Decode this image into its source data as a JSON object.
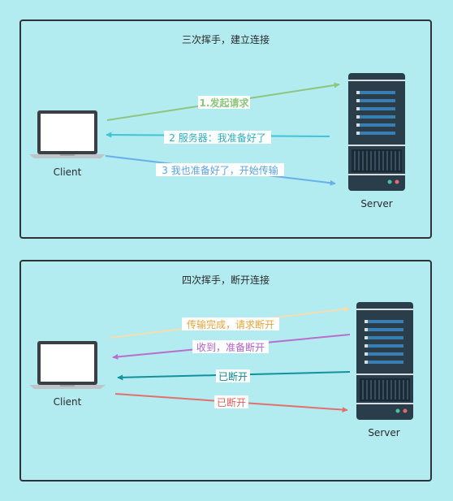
{
  "handshake": {
    "title": "三次挥手，建立连接",
    "client_label": "Client",
    "server_label": "Server",
    "arrows": [
      {
        "label": "1.发起请求",
        "color": "#8dc67d",
        "direction": "client-to-server"
      },
      {
        "label": "2 服务器：我准备好了",
        "color": "#3fc5d6",
        "direction": "server-to-client"
      },
      {
        "label": "3 我也准备好了，开始传输",
        "color": "#66b1ea",
        "direction": "client-to-server"
      }
    ]
  },
  "teardown": {
    "title": "四次挥手，断开连接",
    "client_label": "Client",
    "server_label": "Server",
    "arrows": [
      {
        "label": "传输完成，请求断开",
        "color": "#f5ddb0",
        "text_color": "#e3a43a",
        "direction": "client-to-server"
      },
      {
        "label": "收到，准备断开",
        "color": "#b86fcc",
        "direction": "server-to-client"
      },
      {
        "label": "已断开",
        "color": "#12929c",
        "direction": "server-to-client"
      },
      {
        "label": "已断开",
        "color": "#e0716d",
        "direction": "client-to-server"
      }
    ]
  }
}
